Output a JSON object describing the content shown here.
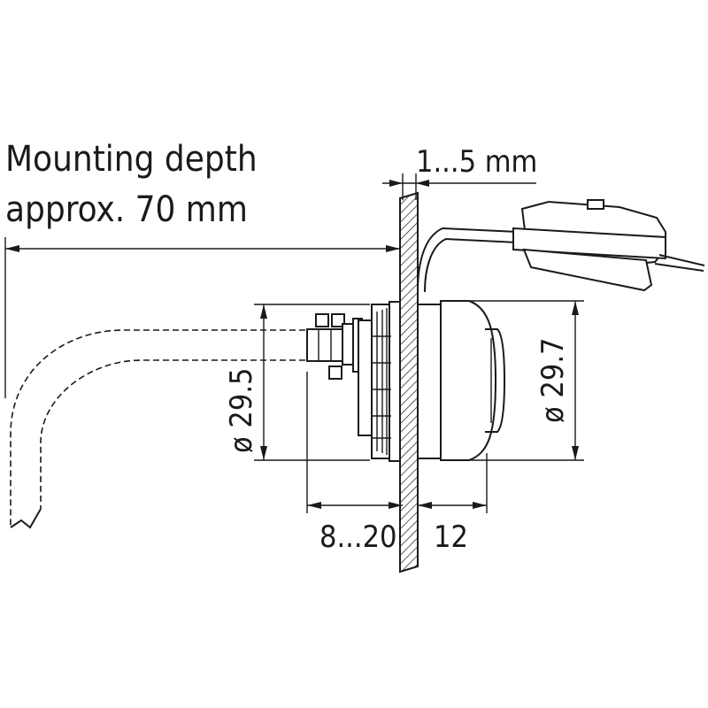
{
  "labels": {
    "mounting_depth_line1": "Mounting depth",
    "mounting_depth_line2": "approx. 70 mm",
    "panel_thickness": "1...5 mm",
    "diameter_rear": "ø 29.5",
    "diameter_front": "ø 29.7",
    "length_rear": "8...20",
    "length_front": "12"
  }
}
